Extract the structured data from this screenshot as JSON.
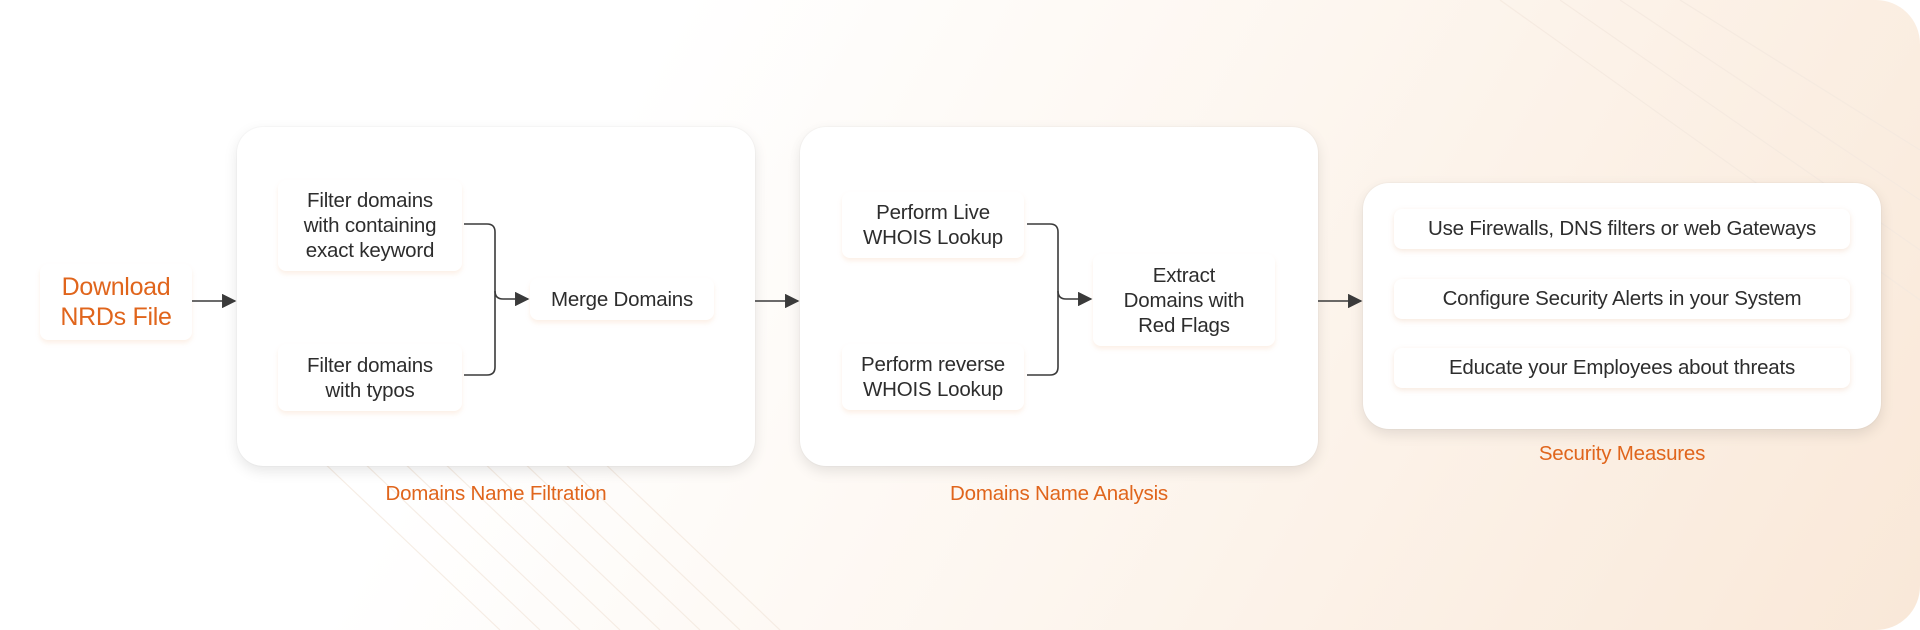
{
  "start": {
    "lines": [
      "Download",
      "NRDs File"
    ]
  },
  "filtration": {
    "label": "Domains Name Filtration",
    "filter_keyword": [
      "Filter domains",
      "with containing",
      "exact keyword"
    ],
    "filter_typos": [
      "Filter domains",
      "with typos"
    ],
    "merge": "Merge Domains"
  },
  "analysis": {
    "label": "Domains Name Analysis",
    "live_whois": [
      "Perform Live",
      "WHOIS Lookup"
    ],
    "reverse_whois": [
      "Perform reverse",
      "WHOIS Lookup"
    ],
    "extract": [
      "Extract",
      "Domains with",
      "Red Flags"
    ]
  },
  "security": {
    "label": "Security Measures",
    "items": [
      "Use Firewalls, DNS filters or web Gateways",
      "Configure Security Alerts in your System",
      "Educate your Employees about threats"
    ]
  },
  "colors": {
    "accent": "#e0651c",
    "text": "#2d2d2d",
    "arrow": "#3a3a3a"
  }
}
